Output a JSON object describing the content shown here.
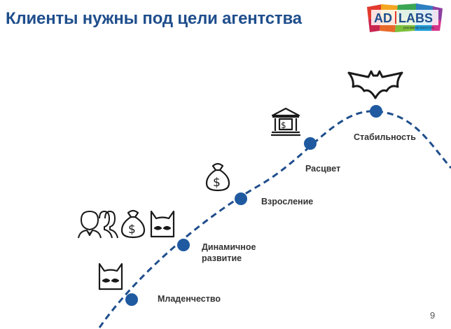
{
  "slide": {
    "title": "Клиенты нужны под цели агентства",
    "page_number": "9"
  },
  "logo": {
    "word_left": "AD",
    "word_right": "LABS",
    "tagline": "рекламное агентство"
  },
  "stages": [
    {
      "label": "Младенчество",
      "icons": [
        "batman-mask-icon"
      ]
    },
    {
      "label": "Динамичное развитие",
      "line1": "Динамичное",
      "line2": "развитие",
      "icons": [
        "people-group-icon",
        "money-bag-icon",
        "batman-mask-icon"
      ]
    },
    {
      "label": "Взросление",
      "icons": [
        "money-bag-icon"
      ]
    },
    {
      "label": "Расцвет",
      "icons": [
        "bank-building-icon"
      ]
    },
    {
      "label": "Стабильность",
      "icons": [
        "bat-symbol-icon"
      ]
    }
  ],
  "colors": {
    "title": "#1f4e8c",
    "curve": "#1f4e8c",
    "dots": "#1f5aa0",
    "icon_stroke": "#1a1a1a"
  }
}
